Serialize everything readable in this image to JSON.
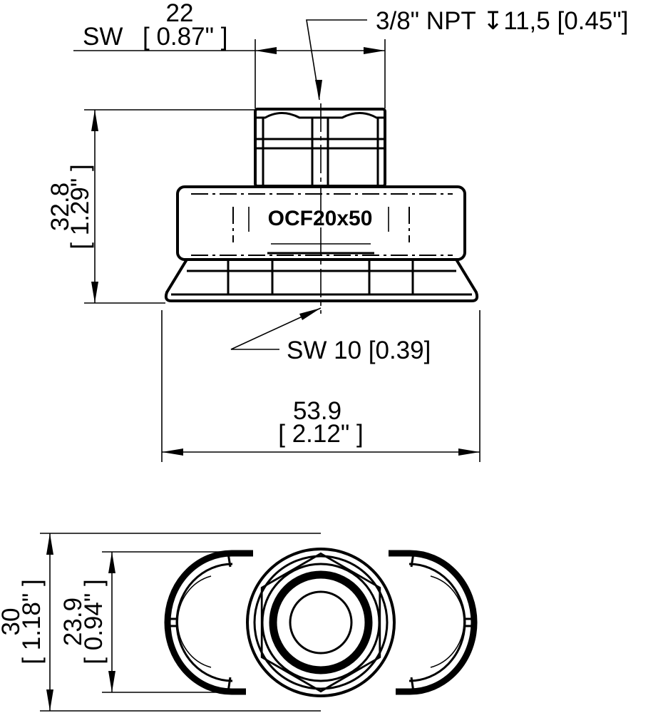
{
  "drawing": {
    "title": "Suction cup technical drawing",
    "part_marking": "OCF20x50",
    "side_view": {
      "dimensions": {
        "wrench_size_top": {
          "prefix": "SW",
          "value": "22",
          "imperial": "[ 0.87\" ]"
        },
        "thread": {
          "label": "3/8\" NPT ↧11,5 [0.45\"]"
        },
        "height": {
          "value": "32.8",
          "imperial": "[ 1.29\" ]"
        },
        "wrench_size_bottom": {
          "label": "SW 10 [0.39]"
        },
        "width": {
          "value": "53.9",
          "imperial": "[ 2.12\" ]"
        }
      }
    },
    "bottom_view": {
      "dimensions": {
        "outer_height": {
          "value": "30",
          "imperial": "[ 1.18\" ]"
        },
        "inner_height": {
          "value": "23.9",
          "imperial": "[ 0.94\" ]"
        }
      }
    },
    "colors": {
      "line": "#000000",
      "background": "#ffffff"
    }
  }
}
